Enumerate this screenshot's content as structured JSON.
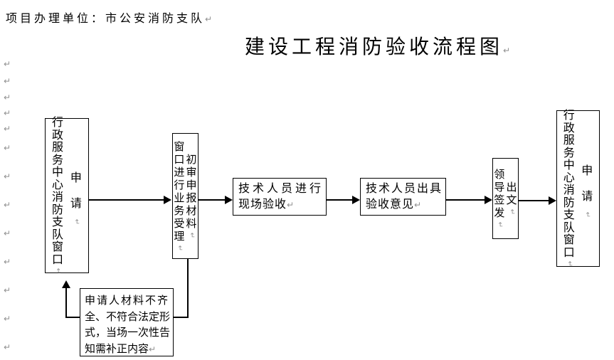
{
  "page": {
    "unit_label": "项目办理单位：市公安消防支队",
    "title": "建设工程消防验收流程图",
    "paragraph_mark": "↵"
  },
  "colors": {
    "background": "#ffffff",
    "text": "#000000",
    "box_border": "#000000",
    "paragraph_mark": "#8f8f8f"
  },
  "flow": {
    "start": {
      "location": "行政服务中心消防支队窗口",
      "action": "申请"
    },
    "accept": {
      "col_left": "窗口进行业务受理",
      "col_right": "初审申报材料"
    },
    "site_inspection": {
      "line1": "技术人员进行",
      "line2": "现场验收"
    },
    "issue_opinion": {
      "line1": "技术人员出具",
      "line2": "验收意见"
    },
    "sign": {
      "col_left": "领导签发",
      "col_right": "出文"
    },
    "end": {
      "location": "行政服务中心消防支队窗口",
      "action": "申请"
    },
    "notice": {
      "lines": [
        "申请人材料不齐",
        "全、不符合法定形",
        "式，当场一次性告",
        "知需补正内容"
      ]
    }
  }
}
